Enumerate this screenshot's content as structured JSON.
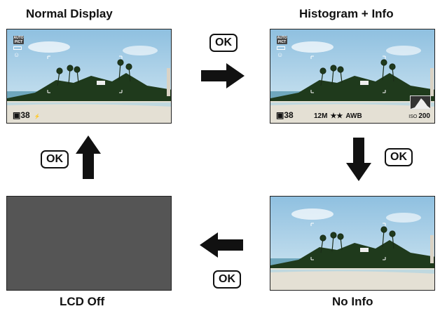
{
  "titles": {
    "normal": "Normal Display",
    "histogram": "Histogram + Info",
    "lcd_off": "LCD Off",
    "no_info": "No Info"
  },
  "ok_label": "OK",
  "screen": {
    "mode_badge": "AUTO PICT",
    "shots_remaining": "38",
    "pixels": "12M",
    "quality": "★★",
    "white_balance": "AWB",
    "iso_label": "ISO",
    "iso_value": "200"
  },
  "colors": {
    "sky": "#a9cfe6",
    "sea": "#6fa7bd",
    "lcd_off": "#555555",
    "arrow": "#111111"
  },
  "icons": [
    "right-arrow-icon",
    "down-arrow-icon",
    "left-arrow-icon",
    "up-arrow-icon",
    "face-detect-icon",
    "battery-icon"
  ]
}
